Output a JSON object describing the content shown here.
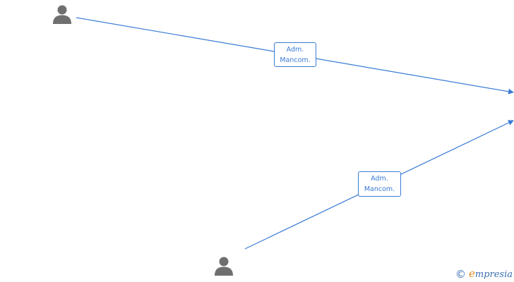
{
  "diagram": {
    "nodes": [
      {
        "id": "person-1",
        "icon": "person-icon",
        "color": "#6f6f6f"
      },
      {
        "id": "person-2",
        "icon": "person-icon",
        "color": "#6f6f6f"
      }
    ],
    "edges": [
      {
        "from": "person-1",
        "label_line1": "Adm.",
        "label_line2": "Mancom."
      },
      {
        "from": "person-2",
        "label_line1": "Adm.",
        "label_line2": "Mancom."
      }
    ],
    "edge_color": "#3a7bd5"
  },
  "watermark": {
    "copyright_symbol": "©",
    "brand_first_letter": "e",
    "brand_rest": "mpresia",
    "brand_accent_color": "#e08a1e",
    "brand_color": "#3a6fb0"
  }
}
